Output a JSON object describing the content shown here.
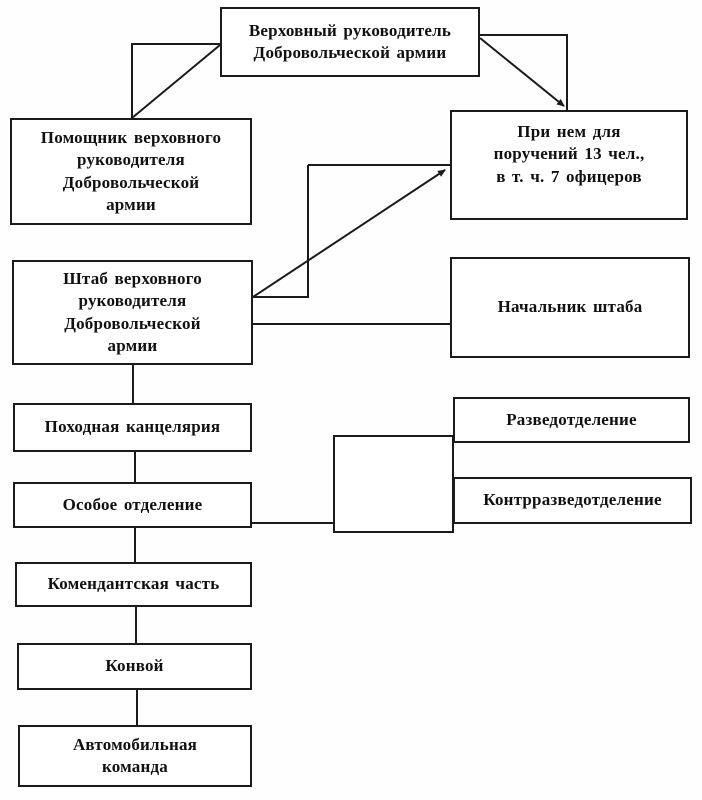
{
  "ink_color": "#1b1b1b",
  "diagram": {
    "nodes": {
      "supreme_leader": {
        "label": [
          "Верховный руководитель",
          "Добровольческой армии"
        ]
      },
      "assistant": {
        "label": [
          "Помощник верховного",
          "руководителя",
          "Добровольческой",
          "армии"
        ]
      },
      "errands": {
        "label": [
          "При нем для",
          "поручений 13 чел.,",
          "в т. ч. 7 офицеров"
        ]
      },
      "staff": {
        "label": [
          "Штаб верховного",
          "руководителя",
          "Добровольческой",
          "армии"
        ]
      },
      "chief_of_staff": {
        "label": [
          "Начальник штаба"
        ]
      },
      "field_chancellery": {
        "label": [
          "Походная канцелярия"
        ]
      },
      "intelligence": {
        "label": [
          "Разведотделение"
        ]
      },
      "special_section": {
        "label": [
          "Особое отделение"
        ]
      },
      "counterintelligence": {
        "label": [
          "Контрразведотделение"
        ]
      },
      "commandant_unit": {
        "label": [
          "Комендантская часть"
        ]
      },
      "convoy": {
        "label": [
          "Конвой"
        ]
      },
      "automobile_team": {
        "label": [
          "Автомобильная",
          "команда"
        ]
      }
    }
  }
}
